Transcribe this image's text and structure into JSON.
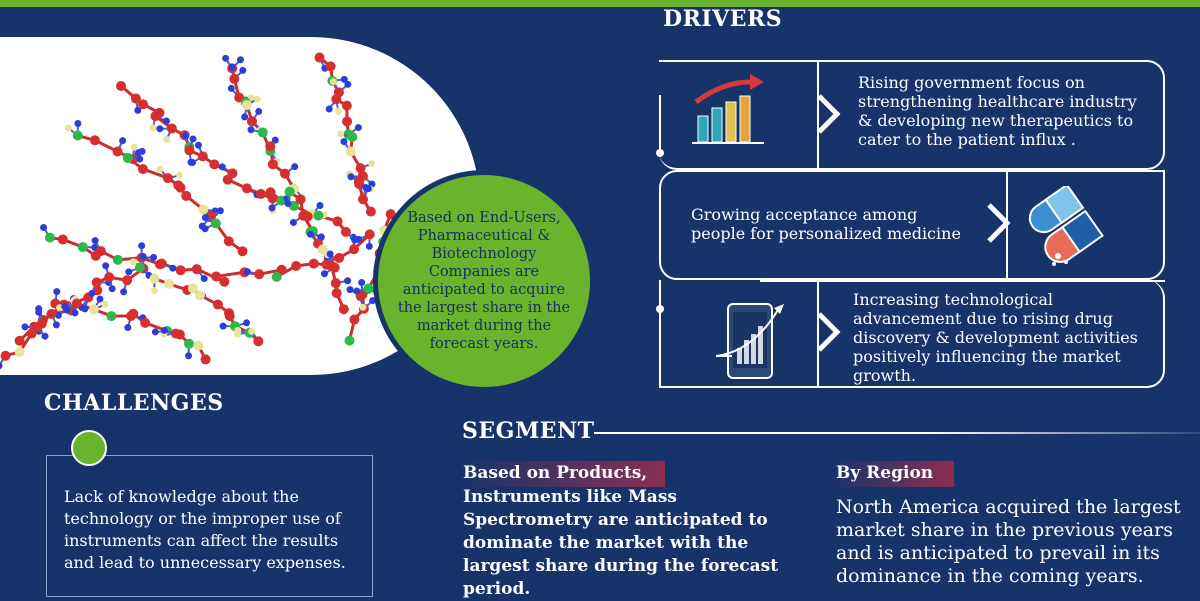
{
  "colors": {
    "background": "#16346a",
    "accent_green": "#6ab42d",
    "highlight": "#8c2f52"
  },
  "callout": {
    "text": "Based on End-Users, Pharmaceutical & Biotechnology Companies are anticipated to acquire the largest share in the market during the forecast years."
  },
  "drivers": {
    "title": "DRIVERS",
    "items": [
      {
        "text": "Rising government focus on strengthening healthcare industry & developing new therapeutics to cater to the patient influx .",
        "icon": "bar-chart-growth-icon"
      },
      {
        "text": "Growing acceptance among people for personalized medicine",
        "icon": "pill-capsule-icon"
      },
      {
        "text": "Increasing technological advancement due to rising drug discovery & development activities positively influencing the market growth.",
        "icon": "tablet-chart-icon"
      }
    ]
  },
  "challenges": {
    "title": "CHALLENGES",
    "text": "Lack of knowledge about the technology or the improper use of instruments can affect the results and lead to unnecessary expenses."
  },
  "segment": {
    "title": "SEGMENT",
    "products_heading": "Based on Products,",
    "products_text": "Instruments like Mass Spectrometry are anticipated to dominate the market with the largest share during the forecast period.",
    "region_heading": "By Region",
    "region_text": "North America acquired the largest market share in the previous years and is anticipated to prevail in its dominance in the coming years."
  }
}
